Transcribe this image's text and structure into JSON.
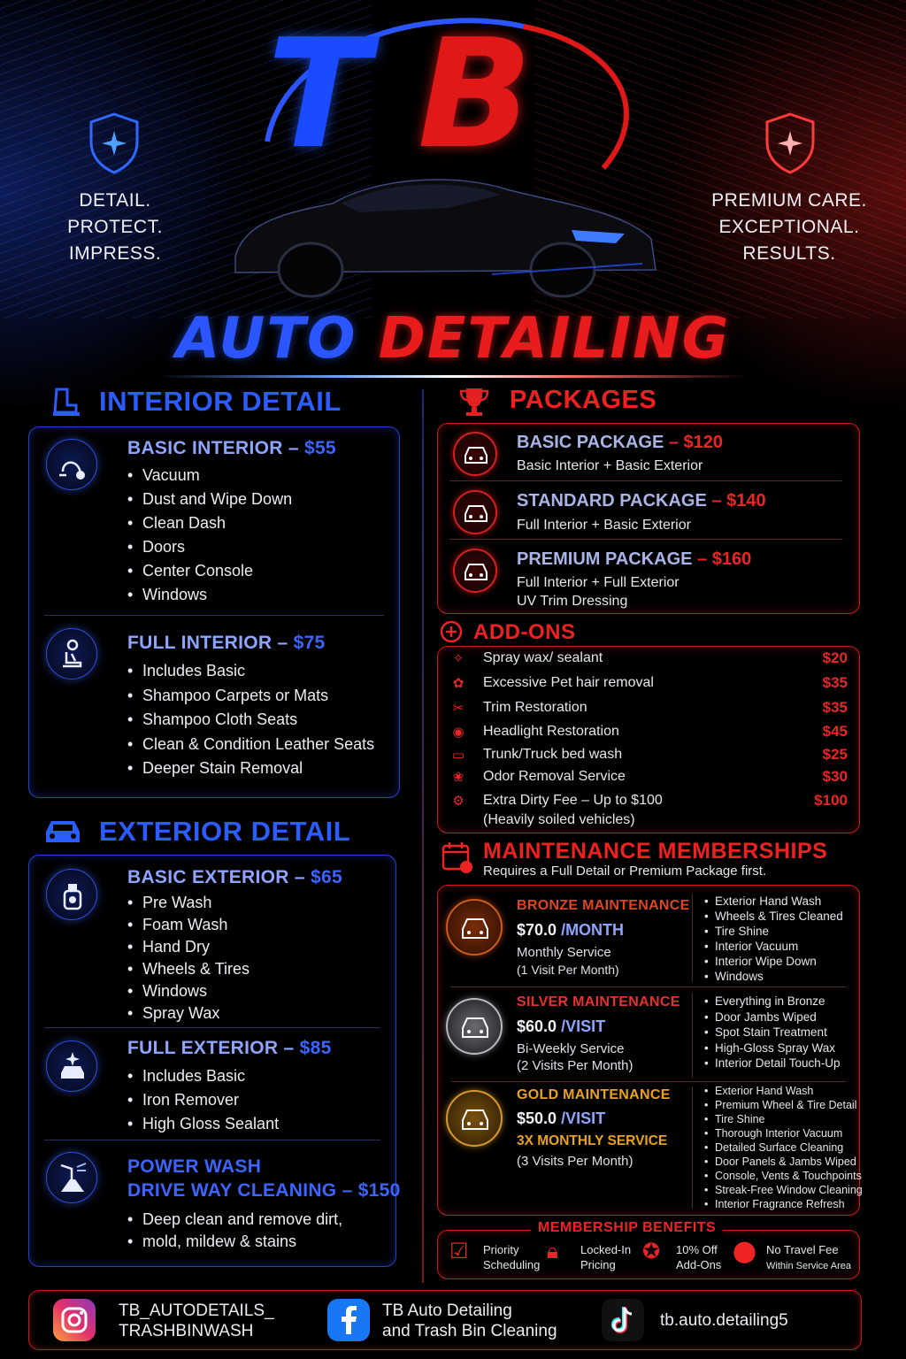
{
  "header": {
    "logo_letters_left": "T",
    "logo_letters_right": "B",
    "brand_word_1": "AUTO",
    "brand_word_2": "DETAILING",
    "tagline_left": [
      "DETAIL.",
      "PROTECT.",
      "IMPRESS."
    ],
    "tagline_right": [
      "PREMIUM CARE.",
      "EXCEPTIONAL.",
      "RESULTS."
    ],
    "icons": [
      "shield-sparkle-icon",
      "shield-sparkle-icon",
      "sports-car-icon"
    ]
  },
  "interior": {
    "title": "INTERIOR DETAIL",
    "icon": "car-seat-icon",
    "services": [
      {
        "name": "BASIC INTERIOR –",
        "price": "$55",
        "icon": "vacuum-icon",
        "items": [
          "Vacuum",
          "Dust and Wipe Down",
          "Clean Dash",
          "Doors",
          "Center Console",
          "Windows"
        ]
      },
      {
        "name": "FULL INTERIOR –",
        "price": "$75",
        "icon": "seat-person-icon",
        "items": [
          "Includes Basic",
          "Shampoo Carpets or Mats",
          "Shampoo Cloth Seats",
          "Clean & Condition Leather Seats",
          "Deeper Stain Removal"
        ]
      }
    ]
  },
  "exterior": {
    "title": "EXTERIOR DETAIL",
    "icon": "car-front-icon",
    "services": [
      {
        "name": "BASIC EXTERIOR –",
        "price": "$65",
        "icon": "spray-bottle-icon",
        "items": [
          "Pre Wash",
          "Foam Wash",
          "Hand Dry",
          "Wheels & Tires",
          "Windows",
          "Spray Wax"
        ]
      },
      {
        "name": "FULL EXTERIOR –",
        "price": "$85",
        "icon": "sparkle-car-icon",
        "items": [
          "Includes Basic",
          "Iron Remover",
          "High Gloss Sealant"
        ]
      }
    ],
    "power_wash": {
      "line1": "POWER WASH",
      "line2": "DRIVE WAY CLEANING –",
      "price": "$150",
      "icon": "pressure-washer-icon",
      "items": [
        "Deep clean and remove dirt,",
        "mold, mildew & stains"
      ]
    }
  },
  "packages": {
    "title": "PACKAGES",
    "icon": "trophy-icon",
    "items": [
      {
        "name": "BASIC PACKAGE",
        "price": "– $120",
        "lines": [
          "Basic Interior + Basic Exterior"
        ]
      },
      {
        "name": "STANDARD PACKAGE",
        "price": "– $140",
        "lines": [
          "Full Interior + Basic Exterior"
        ]
      },
      {
        "name": "PREMIUM PACKAGE",
        "price": "– $160",
        "lines": [
          "Full Interior + Full Exterior",
          "UV Trim Dressing"
        ]
      }
    ]
  },
  "addons": {
    "title": "ADD-ONS",
    "icon": "plus-circle-icon",
    "items": [
      {
        "label": "Spray wax/ sealant",
        "price": "$20",
        "icon": "spray-icon"
      },
      {
        "label": "Excessive Pet hair removal",
        "price": "$35",
        "icon": "paw-icon"
      },
      {
        "label": "Trim Restoration",
        "price": "$35",
        "icon": "scissors-icon"
      },
      {
        "label": "Headlight Restoration",
        "price": "$45",
        "icon": "headlight-icon"
      },
      {
        "label": "Trunk/Truck bed wash",
        "price": "$25",
        "icon": "truck-icon"
      },
      {
        "label": "Odor Removal Service",
        "price": "$30",
        "icon": "odor-icon"
      },
      {
        "label": "Extra Dirty Fee – Up to $100",
        "price": "$100",
        "icon": "dirt-icon"
      }
    ],
    "extra_note": "(Heavily soiled vehicles)"
  },
  "memberships": {
    "title": "MAINTENANCE MEMBERSHIPS",
    "subtitle": "Requires a Full Detail or Premium Package first.",
    "icon": "calendar-icon",
    "tiers": [
      {
        "name": "BRONZE MAINTENANCE",
        "color": "#e0451f",
        "price": "$70.0",
        "unit": "/MONTH",
        "sub1": "Monthly Service",
        "sub2": "(1 Visit Per Month)",
        "items": [
          "Exterior Hand Wash",
          "Wheels & Tires Cleaned",
          "Tire Shine",
          "Interior Vacuum",
          "Interior Wipe Down",
          "Windows"
        ]
      },
      {
        "name": "SILVER MAINTENANCE",
        "color": "#e83030",
        "price": "$60.0",
        "unit": "/VISIT",
        "sub1": "Bi-Weekly Service",
        "sub2": "(2 Visits Per Month)",
        "items": [
          "Everything in Bronze",
          "Door Jambs Wiped",
          "Spot Stain Treatment",
          "High-Gloss Spray Wax",
          "Interior Detail Touch-Up"
        ]
      },
      {
        "name": "GOLD MAINTENANCE",
        "color": "#e8a21e",
        "price": "$50.0",
        "unit": "/VISIT",
        "sub1": "3X MONTHLY SERVICE",
        "sub2": "(3 Visits Per Month)",
        "items": [
          "Exterior Hand Wash",
          "Premium Wheel & Tire Detail",
          "Tire Shine",
          "Thorough Interior Vacuum",
          "Detailed Surface Cleaning",
          "Door Panels & Jambs Wiped",
          "Console, Vents & Touchpoints",
          "Streak-Free Window Cleaning",
          "Interior Fragrance Refresh"
        ]
      }
    ]
  },
  "benefits": {
    "title": "MEMBERSHIP BENEFITS",
    "items": [
      {
        "l1": "Priority",
        "l2": "Scheduling",
        "icon": "calendar-check-icon"
      },
      {
        "l1": "Locked-In",
        "l2": "Pricing",
        "icon": "lock-icon"
      },
      {
        "l1": "10% Off",
        "l2": "Add-Ons",
        "icon": "percent-badge-icon"
      },
      {
        "l1": "No Travel Fee",
        "l2": "Within Service Area",
        "icon": "location-pin-icon"
      }
    ]
  },
  "footer": {
    "instagram_l1": "TB_AUTODETAILS_",
    "instagram_l2": "TRASHBINWASH",
    "facebook_l1": "TB Auto Detailing",
    "facebook_l2": "and Trash Bin Cleaning",
    "tiktok": "tb.auto.detailing5",
    "icons": [
      "instagram-icon",
      "facebook-icon",
      "tiktok-icon"
    ]
  }
}
